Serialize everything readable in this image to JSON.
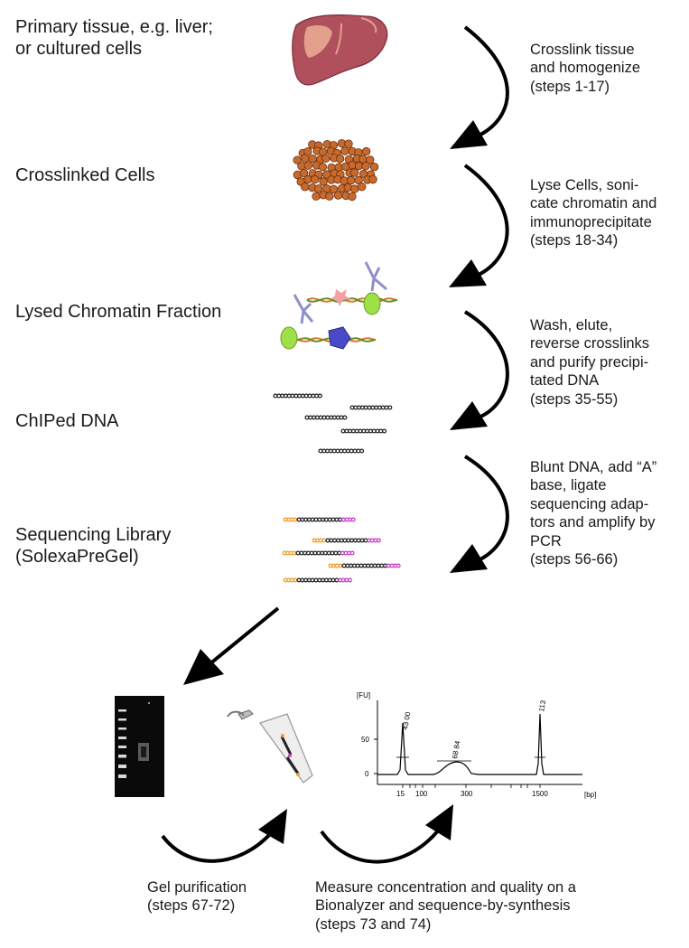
{
  "stages": [
    {
      "label_lines": [
        "Primary tissue, e.g. liver;",
        "or cultured cells"
      ]
    },
    {
      "label_lines": [
        "Crosslinked Cells"
      ]
    },
    {
      "label_lines": [
        "Lysed Chromatin Fraction"
      ]
    },
    {
      "label_lines": [
        "ChIPed DNA"
      ]
    },
    {
      "label_lines": [
        "Sequencing Library",
        "(SolexaPreGel)"
      ]
    }
  ],
  "steps": [
    {
      "lines": [
        "Crosslink tissue",
        "and homogenize",
        "(steps 1-17)"
      ]
    },
    {
      "lines": [
        "Lyse Cells, soni-",
        "cate chromatin and",
        "immunoprecipitate",
        "(steps 18-34)"
      ]
    },
    {
      "lines": [
        "Wash, elute,",
        "reverse crosslinks",
        "and purify precipi-",
        "tated DNA",
        "(steps 35-55)"
      ]
    },
    {
      "lines": [
        "Blunt DNA, add “A”",
        "base, ligate",
        "sequencing adap-",
        "tors and amplify by",
        "PCR",
        "(steps 56-66)"
      ]
    }
  ],
  "bottom_steps": [
    {
      "lines": [
        "Gel purification",
        "(steps 67-72)"
      ]
    },
    {
      "lines": [
        "Measure concentration and quality on a",
        "Bionalyzer and sequence-by-synthesis",
        "(steps 73 and 74)"
      ]
    }
  ],
  "bioanalyzer": {
    "y_axis_unit": "[FU]",
    "y_ticks": [
      "50",
      "0"
    ],
    "x_ticks": [
      "15",
      "100",
      "300",
      "1500"
    ],
    "x_axis_unit": "[bp]",
    "peak_labels": [
      "43 00",
      "68 84",
      "113"
    ]
  },
  "colors": {
    "liver": "#b0505c",
    "liver_highlight": "#e2a08d",
    "cells": "#c86a2c",
    "dna_bead": "#222222",
    "adaptor_left": "#f0a030",
    "adaptor_right": "#c844c8",
    "antibody": "#9090c8",
    "bead_green": "#9ee04a",
    "protein_blue": "#4a4ac8",
    "protein_pink": "#f4a0a0"
  },
  "icons": [
    "liver-icon",
    "cells-icon",
    "chromatin-icon",
    "dna-fragments-icon",
    "library-icon",
    "gel-image-icon",
    "tube-icon",
    "bioanalyzer-trace-icon"
  ]
}
